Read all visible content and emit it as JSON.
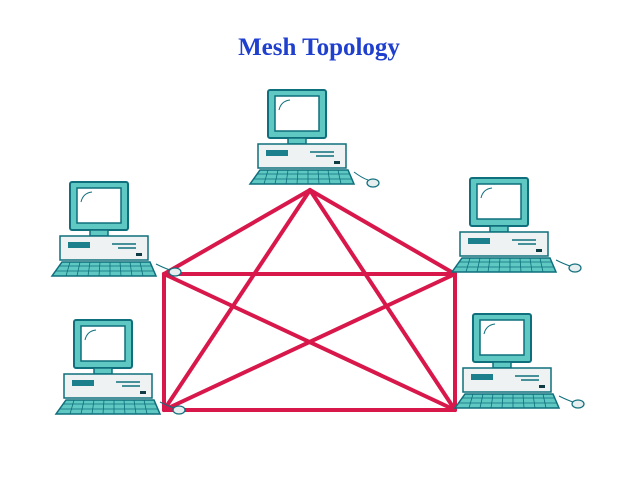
{
  "title": "Mesh Topology",
  "colors": {
    "link": "#d8174a",
    "title": "#1f3fcf",
    "monitor_body": "#5fc8c2",
    "monitor_frame": "#0f6f7c",
    "screen": "#ffffff",
    "keyboard": "#5fc8c2",
    "mouse": "#e7eef0"
  },
  "icons": [
    "computer-icon",
    "computer-icon",
    "computer-icon",
    "computer-icon",
    "computer-icon"
  ],
  "nodes": [
    "top",
    "left-upper",
    "right-upper",
    "left-lower",
    "right-lower"
  ],
  "links": [
    [
      "top",
      "left-upper"
    ],
    [
      "top",
      "right-upper"
    ],
    [
      "top",
      "left-lower"
    ],
    [
      "top",
      "right-lower"
    ],
    [
      "left-upper",
      "right-upper"
    ],
    [
      "left-upper",
      "left-lower"
    ],
    [
      "left-upper",
      "right-lower"
    ],
    [
      "right-upper",
      "left-lower"
    ],
    [
      "right-upper",
      "right-lower"
    ],
    [
      "left-lower",
      "right-lower"
    ]
  ]
}
